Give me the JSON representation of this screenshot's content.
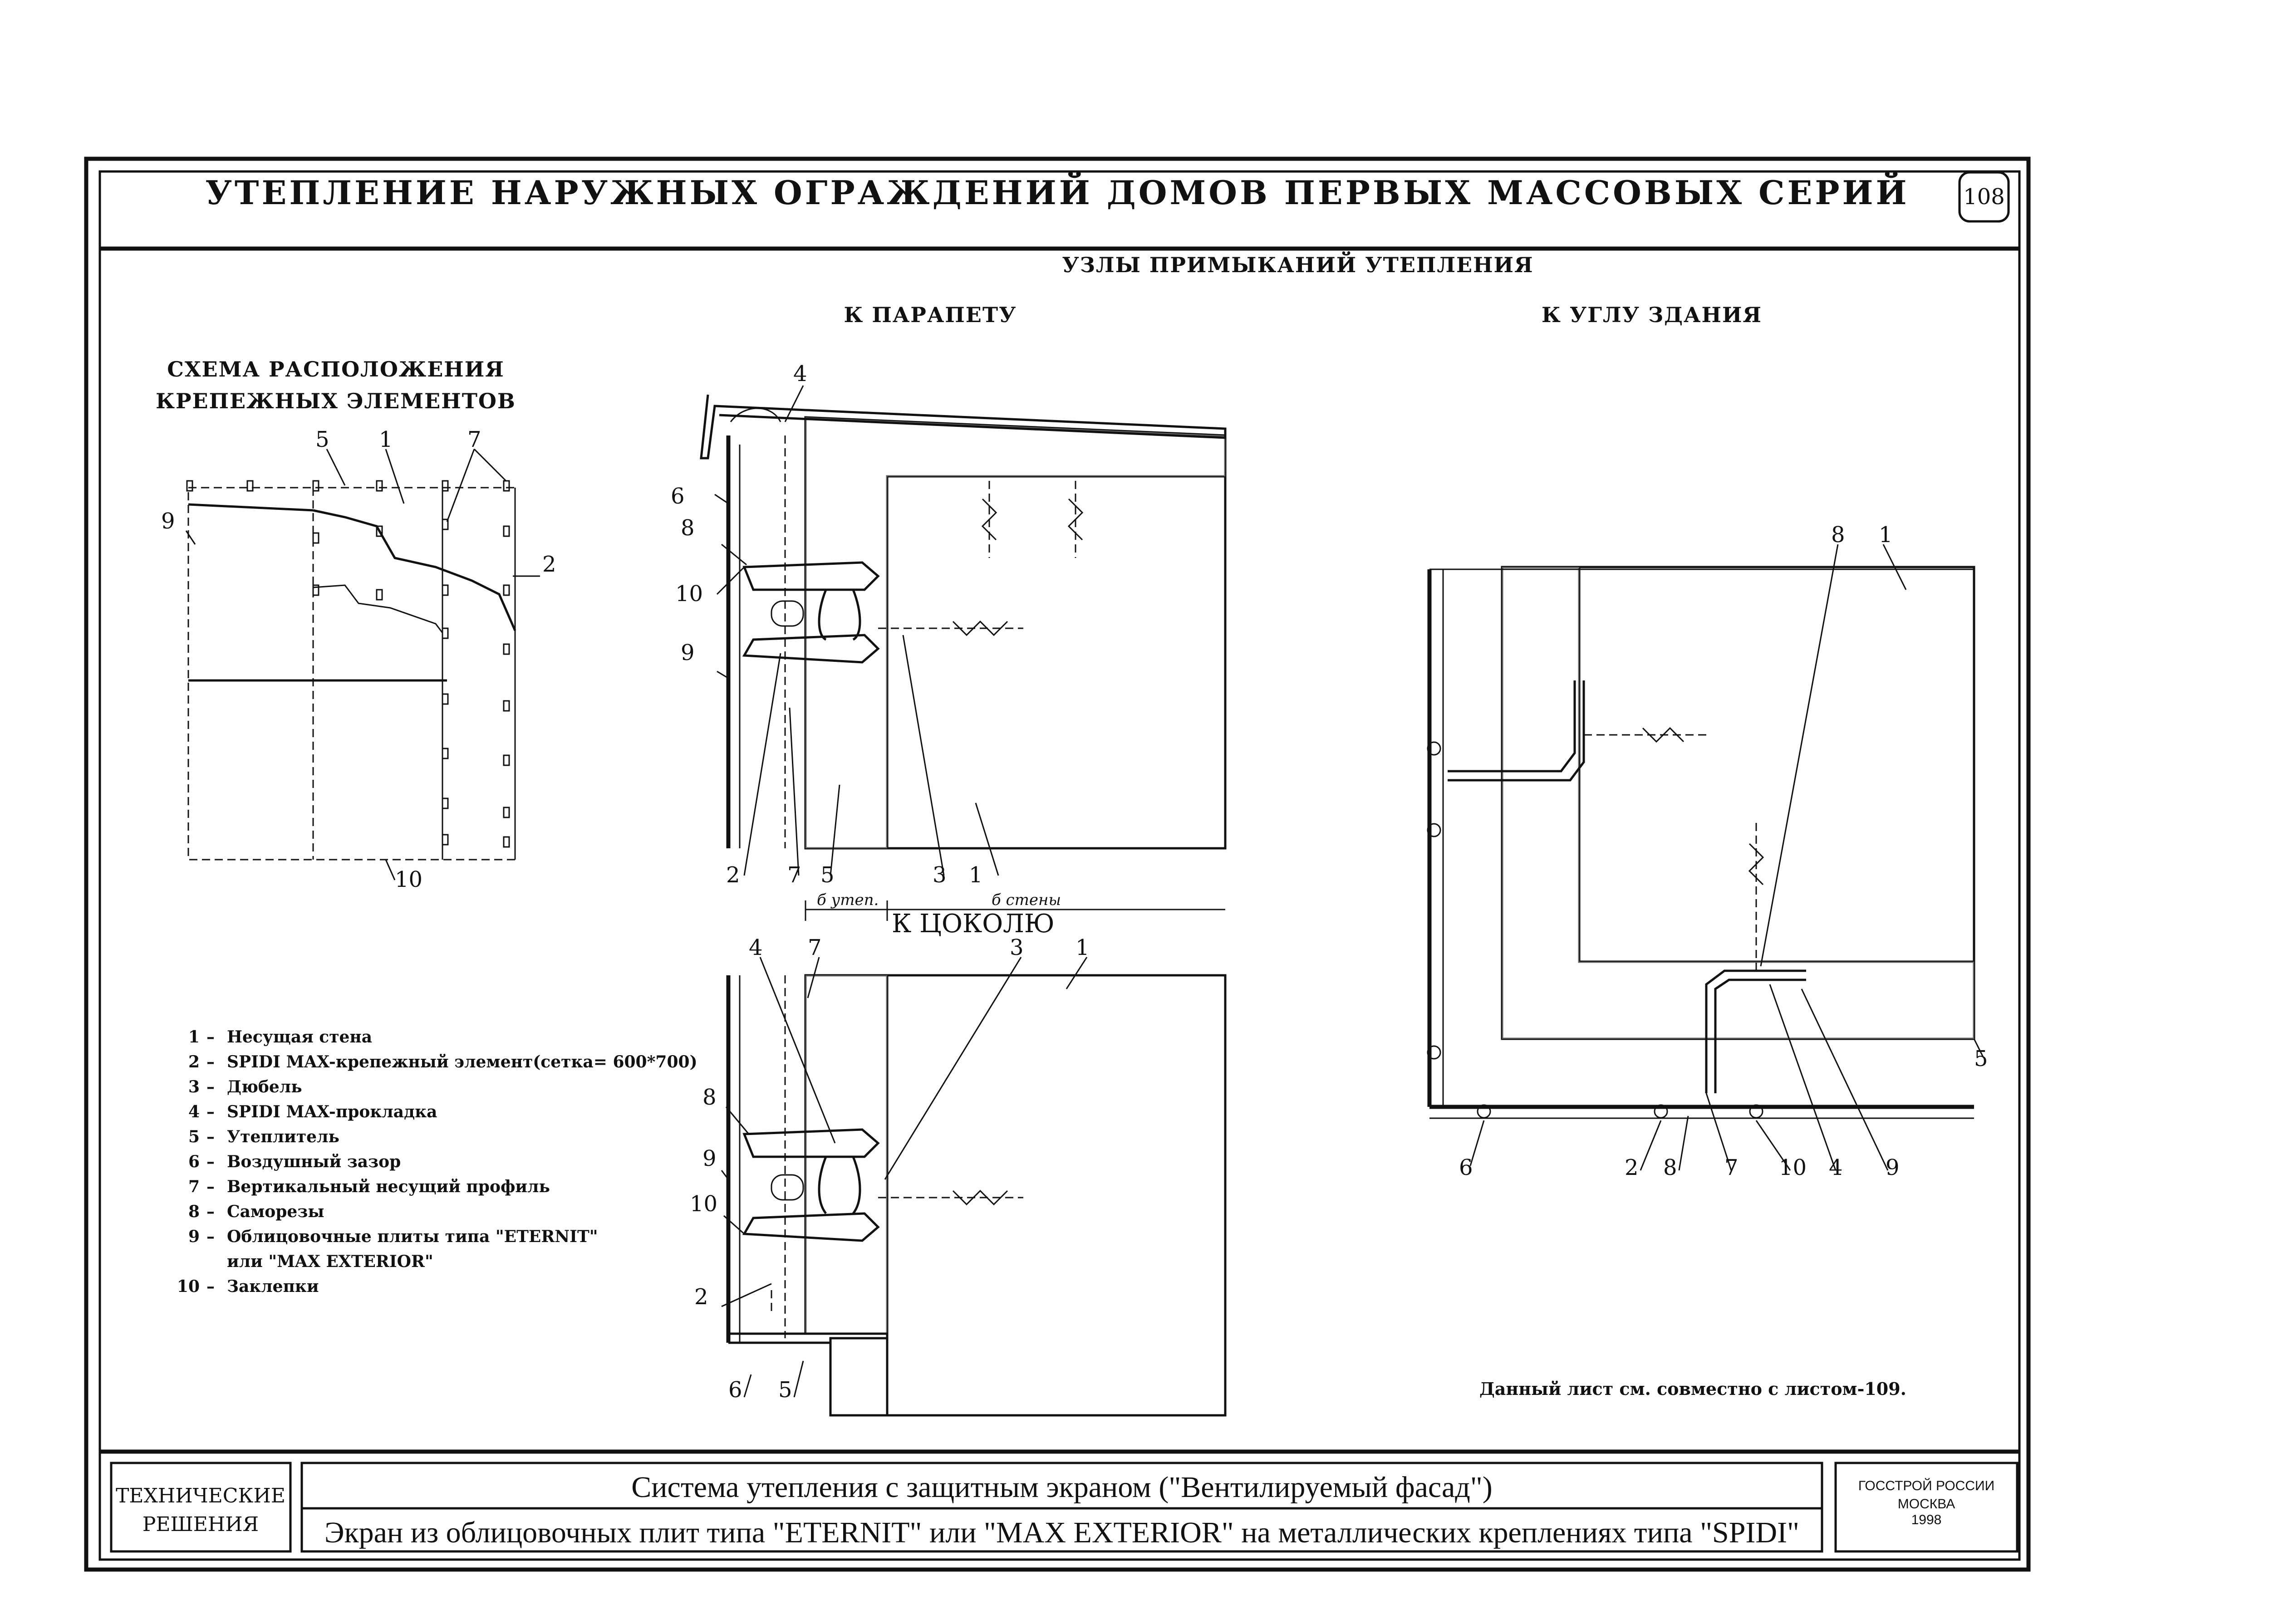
{
  "header": {
    "title": "УТЕПЛЕНИЕ НАРУЖНЫХ ОГРАЖДЕНИЙ ДОМОВ ПЕРВЫХ МАССОВЫХ СЕРИЙ",
    "sheet_number": "108"
  },
  "main": {
    "section_title": "УЗЛЫ ПРИМЫКАНИЙ УТЕПЛЕНИЯ",
    "parapet_title": "К ПАРАПЕТУ",
    "corner_title": "К УГЛУ ЗДАНИЯ",
    "plinth_title": "К ЦОКОЛЮ",
    "scheme_title_line1": "СХЕМА РАСПОЛОЖЕНИЯ",
    "scheme_title_line2": "КРЕПЕЖНЫХ ЭЛЕМЕНТОВ",
    "dim_insulation": "б утеп.",
    "dim_wall": "б стены",
    "note": "Данный лист см. совместно с листом-109."
  },
  "labels": [
    "1",
    "2",
    "3",
    "4",
    "5",
    "6",
    "7",
    "8",
    "9",
    "10"
  ],
  "legend": [
    {
      "num": "1",
      "text": "Несущая стена"
    },
    {
      "num": "2",
      "text": "SPIDI MAX-крепежный элемент(сетка= 600*700)"
    },
    {
      "num": "3",
      "text": "Дюбель"
    },
    {
      "num": "4",
      "text": "SPIDI MAX-прокладка"
    },
    {
      "num": "5",
      "text": "Утеплитель"
    },
    {
      "num": "6",
      "text": "Воздушный зазор"
    },
    {
      "num": "7",
      "text": "Вертикальный несущий профиль"
    },
    {
      "num": "8",
      "text": "Саморезы"
    },
    {
      "num": "9",
      "text": "Облицовочные плиты типа \"ETERNIT\""
    },
    {
      "num": "",
      "text": "или \"MAX EXTERIOR\""
    },
    {
      "num": "10",
      "text": "Заклепки"
    }
  ],
  "footer": {
    "stamp_line1": "ТЕХНИЧЕСКИЕ",
    "stamp_line2": "РЕШЕНИЯ",
    "title_line1": "Система утепления с защитным экраном (\"Вентилируемый фасад\")",
    "title_line2": "Экран из облицовочных плит типа \"ETERNIT\" или \"MAX EXTERIOR\" на металлических креплениях типа \"SPIDI\"",
    "org_line1": "ГОССТРОЙ РОССИИ",
    "org_line2": "МОСКВА",
    "org_line3": "1998"
  }
}
